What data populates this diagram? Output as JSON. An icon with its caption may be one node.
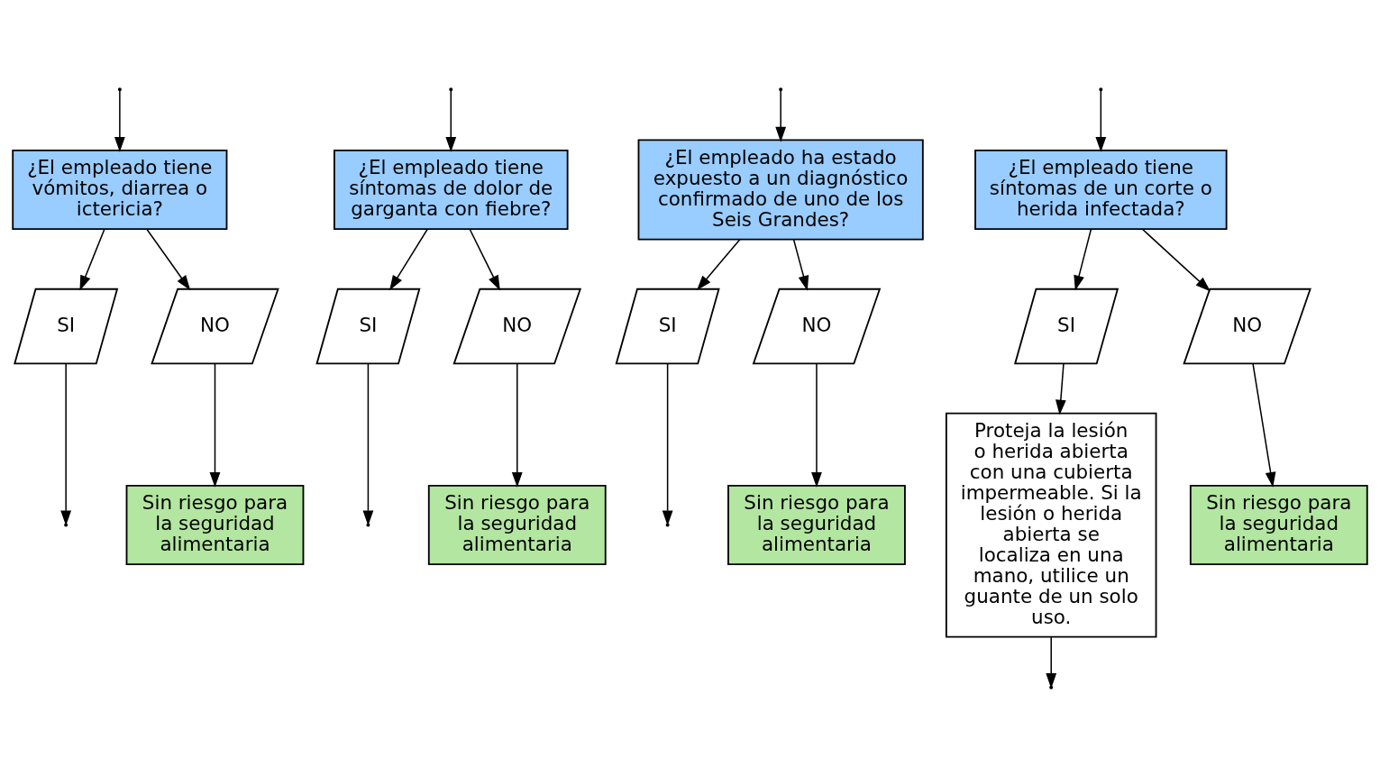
{
  "diagram": {
    "nodes": [
      {
        "text": [
          "¿El empleado tiene vómitos, diarrea o ictericia?"
        ]
      },
      {
        "text": [
          "¿El empleado tiene síntomas de dolor de garganta con fiebre?"
        ]
      },
      {
        "text": [
          "¿El empleado ha estado expuesto a un diagnóstico confirmado de uno de los Seis Grandes?"
        ]
      },
      {
        "text": [
          "¿El empleado tiene síntomas de un corte o herida infectada?"
        ]
      },
      {
        "text": [
          "SI"
        ]
      },
      {
        "text": [
          "NO"
        ]
      },
      {
        "text": [
          "SI"
        ]
      },
      {
        "text": [
          "NO"
        ]
      },
      {
        "text": [
          "SI"
        ]
      },
      {
        "text": [
          "NO"
        ]
      },
      {
        "text": [
          "SI"
        ]
      },
      {
        "text": [
          "NO"
        ]
      },
      {
        "text": [
          "Sin riesgo para la seguridad alimentaria"
        ]
      },
      {
        "text": [
          "Sin riesgo para la seguridad alimentaria"
        ]
      },
      {
        "text": [
          "Sin riesgo para la seguridad alimentaria"
        ]
      },
      {
        "text": [
          "Proteja la lesión o herida abierta con una cubierta impermeable. Si la lesión o herida abierta se localiza en una mano, utilice un guante de un solo uso."
        ]
      },
      {
        "text": [
          "Sin riesgo para la seguridad alimentaria"
        ]
      }
    ],
    "edges": [
      {
        "from": null,
        "to": 0,
        "arrow": "to"
      },
      {
        "from": null,
        "to": 1,
        "arrow": "to"
      },
      {
        "from": null,
        "to": 2,
        "arrow": "to"
      },
      {
        "from": null,
        "to": 3,
        "arrow": "to"
      },
      {
        "from": 0,
        "to": 4,
        "arrow": "to"
      },
      {
        "from": 0,
        "to": 5,
        "arrow": "to"
      },
      {
        "from": 1,
        "to": 6,
        "arrow": "to"
      },
      {
        "from": 1,
        "to": 7,
        "arrow": "to"
      },
      {
        "from": 2,
        "to": 8,
        "arrow": "to"
      },
      {
        "from": 2,
        "to": 9,
        "arrow": "to"
      },
      {
        "from": 3,
        "to": 10,
        "arrow": "to"
      },
      {
        "from": 3,
        "to": 11,
        "arrow": "to"
      },
      {
        "from": 5,
        "to": 12,
        "arrow": "to"
      },
      {
        "from": 7,
        "to": 13,
        "arrow": "to"
      },
      {
        "from": 9,
        "to": 14,
        "arrow": "to"
      },
      {
        "from": 10,
        "to": 15,
        "arrow": "to"
      },
      {
        "from": 11,
        "to": 16,
        "arrow": "to"
      },
      {
        "from": 4,
        "to": null,
        "arrow": "to"
      },
      {
        "from": 6,
        "to": null,
        "arrow": "to"
      },
      {
        "from": 8,
        "to": null,
        "arrow": "to"
      },
      {
        "from": 15,
        "to": null,
        "arrow": "to"
      }
    ]
  }
}
